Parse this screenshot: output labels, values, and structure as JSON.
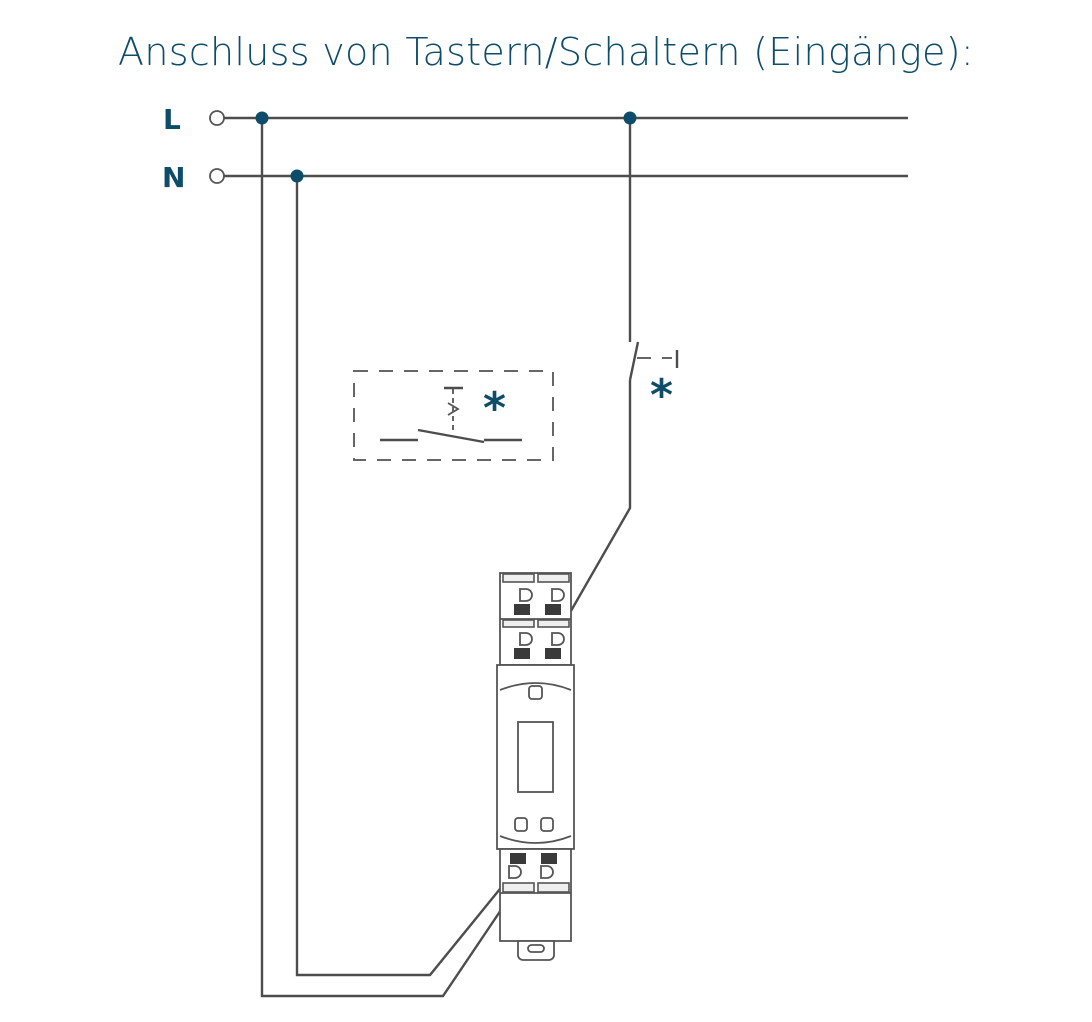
{
  "title": "Anschluss von Tastern/Schaltern (Eingänge):",
  "lines": {
    "L": "L",
    "N": "N"
  },
  "markers": {
    "switch_note": "*",
    "button_note": "*"
  },
  "colors": {
    "accent": "#0e4d6a",
    "wire": "#4d4d4d"
  }
}
